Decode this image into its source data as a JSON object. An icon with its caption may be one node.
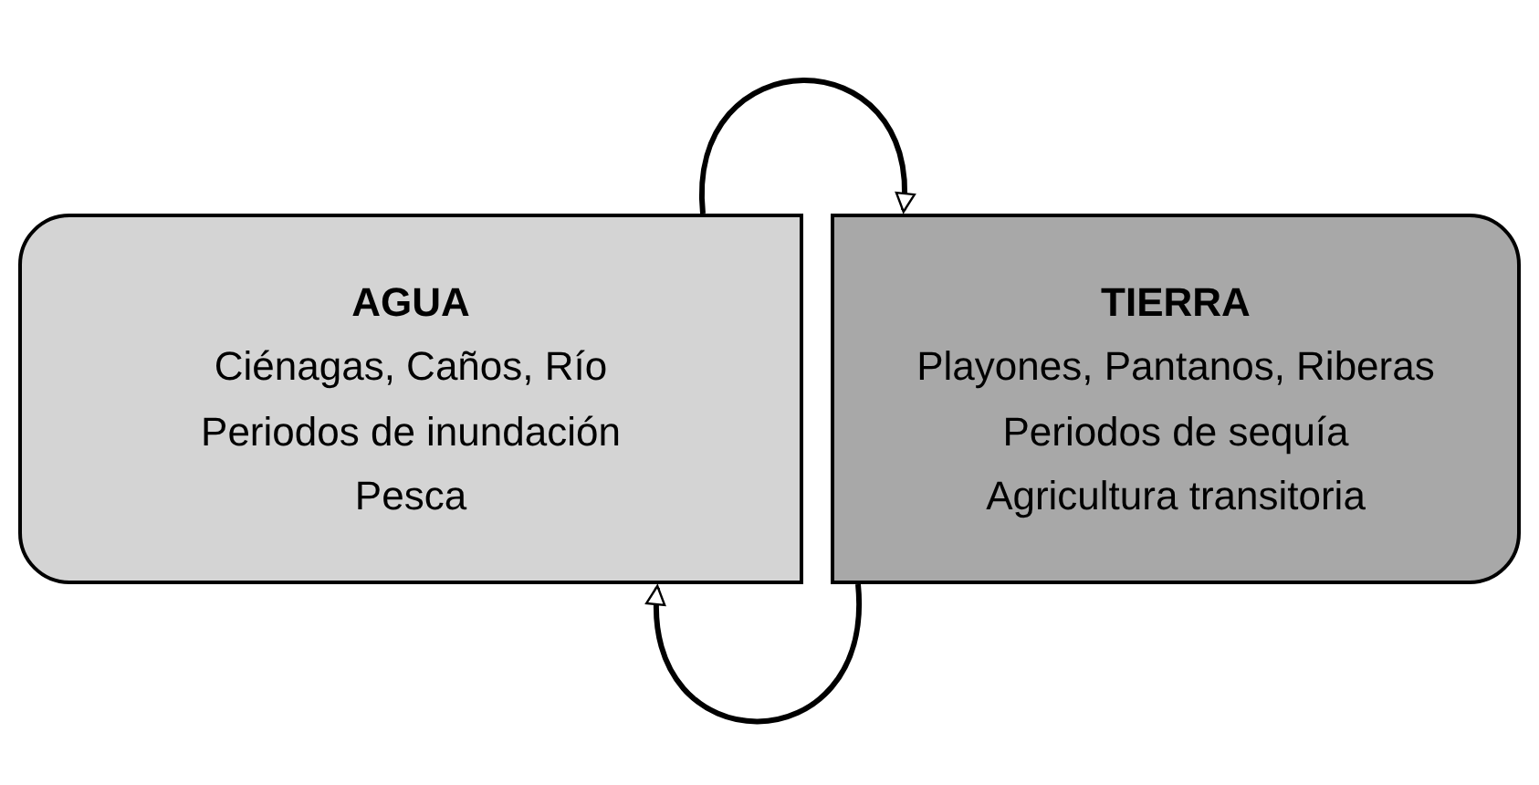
{
  "diagram": {
    "nodes": [
      {
        "text": [
          "AGUA",
          "Ciénagas, Caños, Río",
          "Periodos de inundación",
          "Pesca"
        ]
      },
      {
        "text": [
          "TIERRA",
          "Playones, Pantanos, Riberas",
          "Periodos de sequía",
          "Agricultura transitoria"
        ]
      }
    ],
    "edges": [
      {
        "from": 0,
        "to": 1,
        "arrow": "to"
      },
      {
        "from": 1,
        "to": 0,
        "arrow": "to"
      }
    ]
  }
}
